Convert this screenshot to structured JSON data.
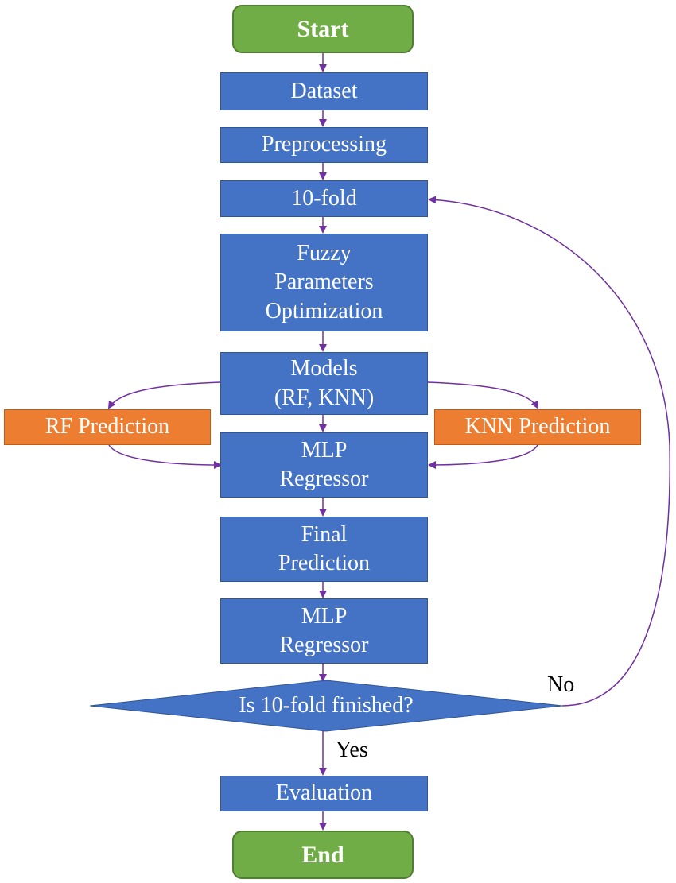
{
  "colors": {
    "process": "#4472c4",
    "terminal": "#70ad47",
    "side": "#ed7d31",
    "arrow": "#7030a0"
  },
  "nodes": {
    "start": "Start",
    "dataset": "Dataset",
    "preprocessing": "Preprocessing",
    "tenfold": "10-fold",
    "fuzzy": [
      "Fuzzy",
      "Parameters",
      "Optimization"
    ],
    "models": [
      "Models",
      "(RF, KNN)"
    ],
    "rf_prediction": "RF Prediction",
    "knn_prediction": "KNN Prediction",
    "mlp1": [
      "MLP",
      "Regressor"
    ],
    "final_prediction": [
      "Final",
      "Prediction"
    ],
    "mlp2": [
      "MLP",
      "Regressor"
    ],
    "decision": "Is 10-fold finished?",
    "evaluation": "Evaluation",
    "end": "End"
  },
  "edge_labels": {
    "no": "No",
    "yes": "Yes"
  }
}
